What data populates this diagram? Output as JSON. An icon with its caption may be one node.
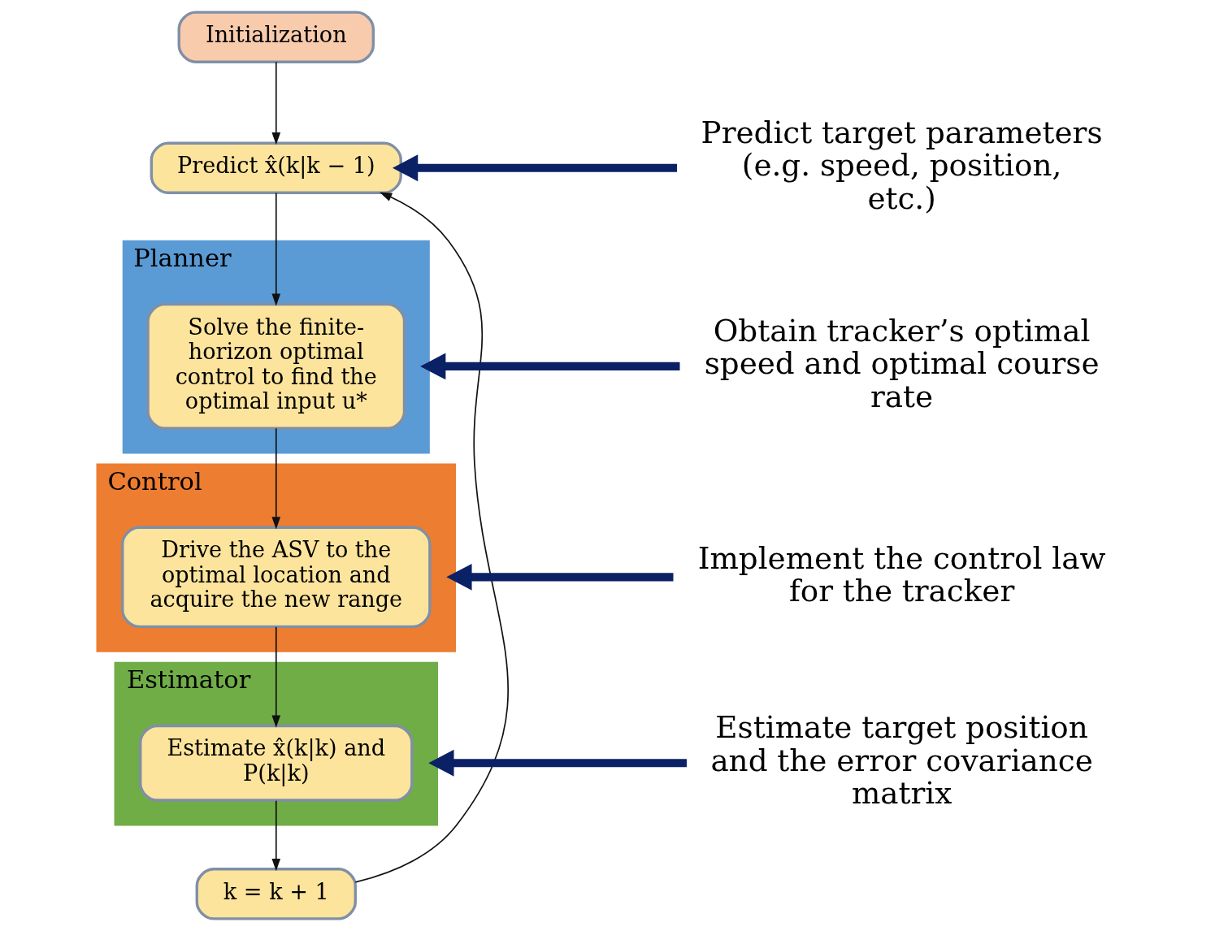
{
  "diagram": {
    "nodes": [
      {
        "text": [
          "Initialization"
        ]
      },
      {
        "text": [
          "Predict x̂(k|k − 1)"
        ]
      },
      {
        "text": [
          "Planner"
        ]
      },
      {
        "text": [
          "Solve the finite-horizon optimal control to find the optimal input u*"
        ],
        "in": 2
      },
      {
        "text": [
          "Control"
        ]
      },
      {
        "text": [
          "Drive the ASV to the optimal location and acquire the new range"
        ],
        "in": 4
      },
      {
        "text": [
          "Estimator"
        ]
      },
      {
        "text": [
          "Estimate x̂(k|k) and P(k|k)"
        ],
        "in": 6
      },
      {
        "text": [
          "k = k + 1"
        ]
      },
      {
        "text": [
          "Predict target parameters (e.g. speed, position, etc.)"
        ]
      },
      {
        "text": [
          "Obtain tracker’s optimal speed and optimal course rate"
        ]
      },
      {
        "text": [
          "Implement the control law for the tracker"
        ]
      },
      {
        "text": [
          "Estimate target position and the error covariance matrix"
        ]
      }
    ],
    "edges": [
      {
        "from": 0,
        "to": 1,
        "arrow": "to"
      },
      {
        "from": 1,
        "to": 3,
        "arrow": "to"
      },
      {
        "from": 3,
        "to": 5,
        "arrow": "to"
      },
      {
        "from": 5,
        "to": 7,
        "arrow": "to"
      },
      {
        "from": 7,
        "to": 8,
        "arrow": "to"
      },
      {
        "from": 8,
        "to": 1,
        "arrow": "to"
      },
      {
        "from": 9,
        "to": 1,
        "arrow": "to",
        "style": "thick",
        "color": "#0b2166"
      },
      {
        "from": 10,
        "to": 2,
        "arrow": "to",
        "style": "thick",
        "color": "#0b2166"
      },
      {
        "from": 11,
        "to": 4,
        "arrow": "to",
        "style": "thick",
        "color": "#0b2166"
      },
      {
        "from": 12,
        "to": 6,
        "arrow": "to",
        "style": "thick",
        "color": "#0b2166"
      }
    ]
  }
}
